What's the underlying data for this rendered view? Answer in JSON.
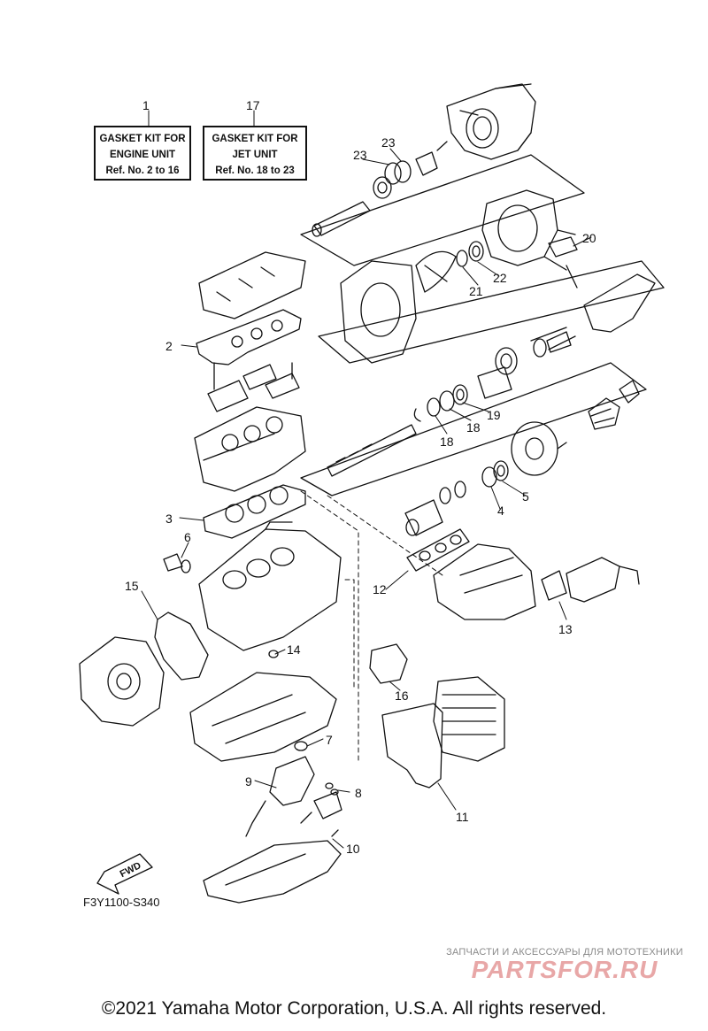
{
  "kits": [
    {
      "ref": "1",
      "lines": [
        "GASKET KIT FOR",
        "ENGINE UNIT",
        "Ref. No. 2 to 16"
      ]
    },
    {
      "ref": "17",
      "lines": [
        "GASKET KIT FOR",
        "JET UNIT",
        "Ref. No. 18 to 23"
      ]
    }
  ],
  "refs": {
    "r2": "2",
    "r3": "3",
    "r4": "4",
    "r5": "5",
    "r6": "6",
    "r7": "7",
    "r8": "8",
    "r9": "9",
    "r10": "10",
    "r11": "11",
    "r12": "12",
    "r13": "13",
    "r14": "14",
    "r15": "15",
    "r16": "16",
    "r18a": "18",
    "r18b": "18",
    "r19": "19",
    "r20": "20",
    "r21": "21",
    "r22": "22",
    "r23a": "23",
    "r23b": "23"
  },
  "forward_label": "FWD",
  "diagram_code": "F3Y1100-S340",
  "watermark": {
    "tagline": "ЗАПЧАСТИ И АКСЕССУАРЫ ДЛЯ МОТОТЕХНИКИ",
    "logo": "PARTSFOR.RU"
  },
  "copyright": "©2021 Yamaha Motor Corporation, U.S.A. All rights reserved."
}
